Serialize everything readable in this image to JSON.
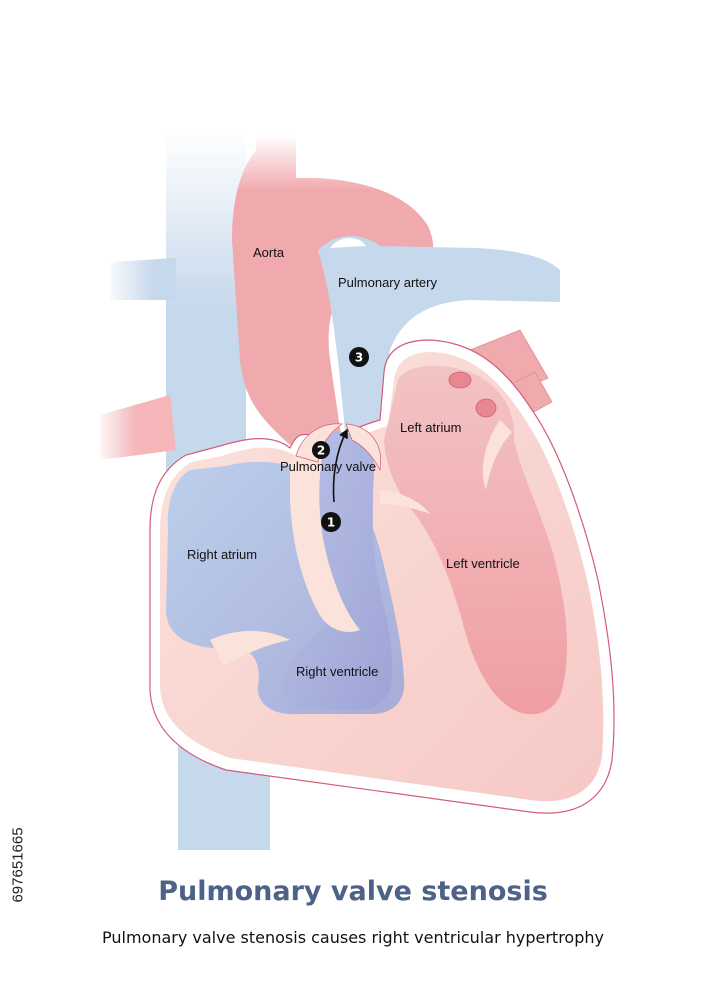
{
  "labels": {
    "aorta": "Aorta",
    "pulmonary_artery": "Pulmonary artery",
    "left_atrium": "Left atrium",
    "pulmonary_valve": "Pulmonary valve",
    "right_atrium": "Right atrium",
    "left_ventricle": "Left ventricle",
    "right_ventricle": "Right ventricle"
  },
  "markers": [
    "1",
    "2",
    "3"
  ],
  "caption": {
    "title": "Pulmonary valve stenosis",
    "subtitle": "Pulmonary valve stenosis causes right ventricular hypertrophy"
  },
  "image_id": "697651665",
  "colors": {
    "deoxygenated_blue": "#c6d8ec",
    "oxygenated_pink": "#f0a9ad",
    "myocardium": "#f9d9d3",
    "outline": "#d25c7c",
    "title": "#4c6286"
  }
}
